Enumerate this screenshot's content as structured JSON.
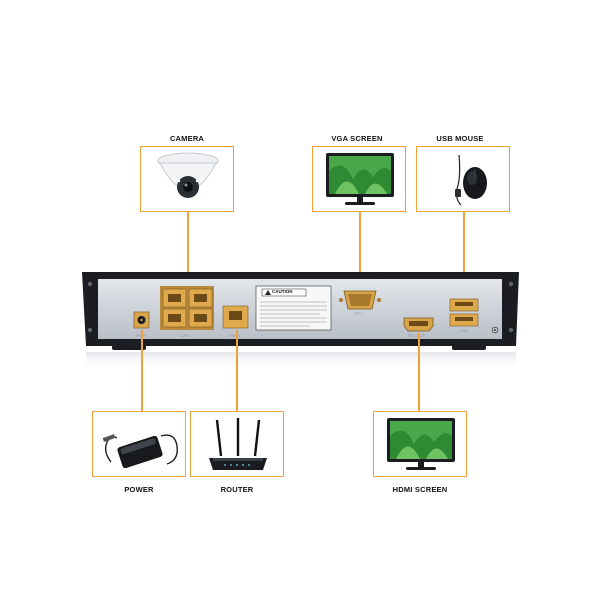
{
  "devices": {
    "camera": "CAMERA",
    "vga_screen": "VGA SCREEN",
    "usb_mouse": "USB MOUSE",
    "power": "POWER",
    "router": "ROUTER",
    "hdmi_screen": "HDMI SCREEN"
  },
  "ports": {
    "pwr": "PWR",
    "lan": "LAN",
    "wan": "WAN",
    "vga": "VGA",
    "hdout": "HD OUT",
    "usb": "USB"
  },
  "sticker": {
    "title": "CAUTION"
  },
  "colors": {
    "accent": "#f0a23a",
    "panel": "#1b1d22",
    "plate": "#c9ced6"
  }
}
